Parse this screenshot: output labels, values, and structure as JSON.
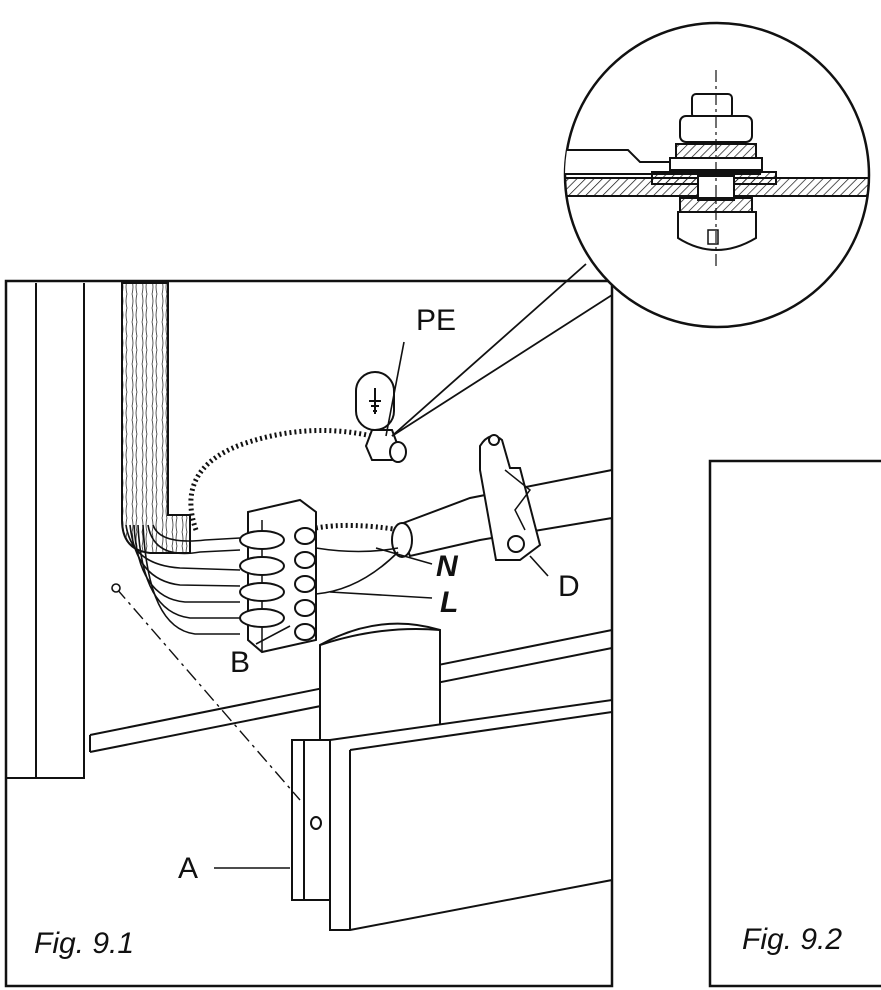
{
  "labels": {
    "pe": "PE",
    "n": "N",
    "l": "L",
    "d": "D",
    "b": "B",
    "a": "A"
  },
  "captions": {
    "fig1": "Fig. 9.1",
    "fig2": "Fig. 9.2"
  },
  "icons": {
    "earth": "ground-symbol-icon"
  },
  "colors": {
    "line": "#111111",
    "paper": "#ffffff",
    "cable_fill": "#efe9e0"
  }
}
